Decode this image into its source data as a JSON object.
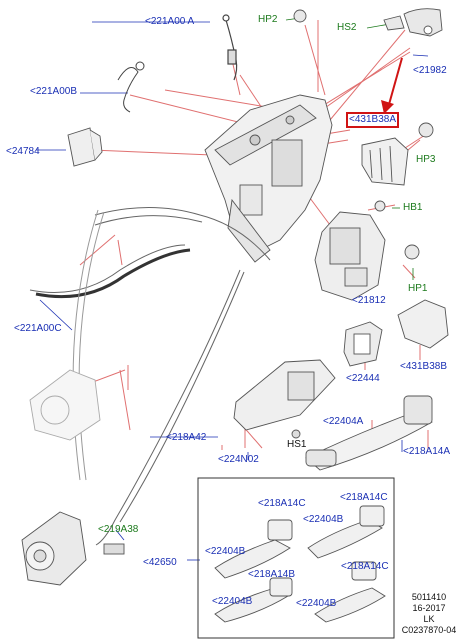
{
  "labels": {
    "l_221A00A": "<221A00 A",
    "l_HP2": "HP2",
    "l_HS2": "HS2",
    "l_21982": "<21982",
    "l_221A00B": "<221A00B",
    "l_431B38A": "<431B38A",
    "l_24784": "<24784",
    "l_HP3": "HP3",
    "l_HB1": "HB1",
    "l_221A00C": "<221A00C",
    "l_21812": "<21812",
    "l_HP1": "HP1",
    "l_431B38B": "<431B38B",
    "l_22444": "<22444",
    "l_22404A": "<22404A",
    "l_218A42": "<218A42",
    "l_218A14A": "<218A14A",
    "l_HS1": "HS1",
    "l_224N02": "<224N02",
    "l_218A14C_1": "<218A14C",
    "l_218A14C_2": "<218A14C",
    "l_22404B_1": "<22404B",
    "l_219A38": "<219A38",
    "l_22404B_2": "<22404B",
    "l_42650": "<42650",
    "l_218A14B": "<218A14B",
    "l_218A14C_3": "<218A14C",
    "l_22404B_3": "<22404B",
    "l_22404B_4": "<22404B"
  },
  "meta": {
    "line1": "5011410",
    "line2": "16-2017",
    "line3": "LK",
    "line4": "C0237870-04"
  },
  "colors": {
    "label_blue": "#1a2fb4",
    "label_green": "#1c7a1c",
    "leader_red": "#e07070",
    "highlight_red": "#d01414"
  }
}
